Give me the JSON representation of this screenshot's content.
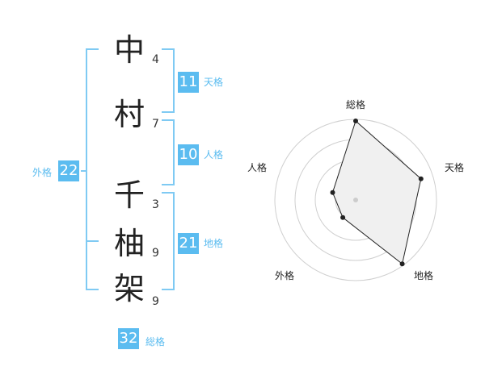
{
  "name": {
    "chars": [
      {
        "char": "中",
        "strokes": "4"
      },
      {
        "char": "村",
        "strokes": "7"
      },
      {
        "char": "千",
        "strokes": "3"
      },
      {
        "char": "柚",
        "strokes": "9"
      },
      {
        "char": "架",
        "strokes": "9"
      }
    ]
  },
  "kaku": {
    "tenkaku": {
      "value": "11",
      "label": "天格"
    },
    "jinkaku": {
      "value": "10",
      "label": "人格"
    },
    "chikaku": {
      "value": "21",
      "label": "地格"
    },
    "gaikaku": {
      "value": "22",
      "label": "外格"
    },
    "soukaku": {
      "value": "32",
      "label": "総格"
    }
  },
  "chart_data": {
    "type": "radar",
    "axes": [
      "総格",
      "天格",
      "地格",
      "外格",
      "人格"
    ],
    "values": [
      0.98,
      0.85,
      0.98,
      0.27,
      0.3
    ],
    "rings": 4
  }
}
